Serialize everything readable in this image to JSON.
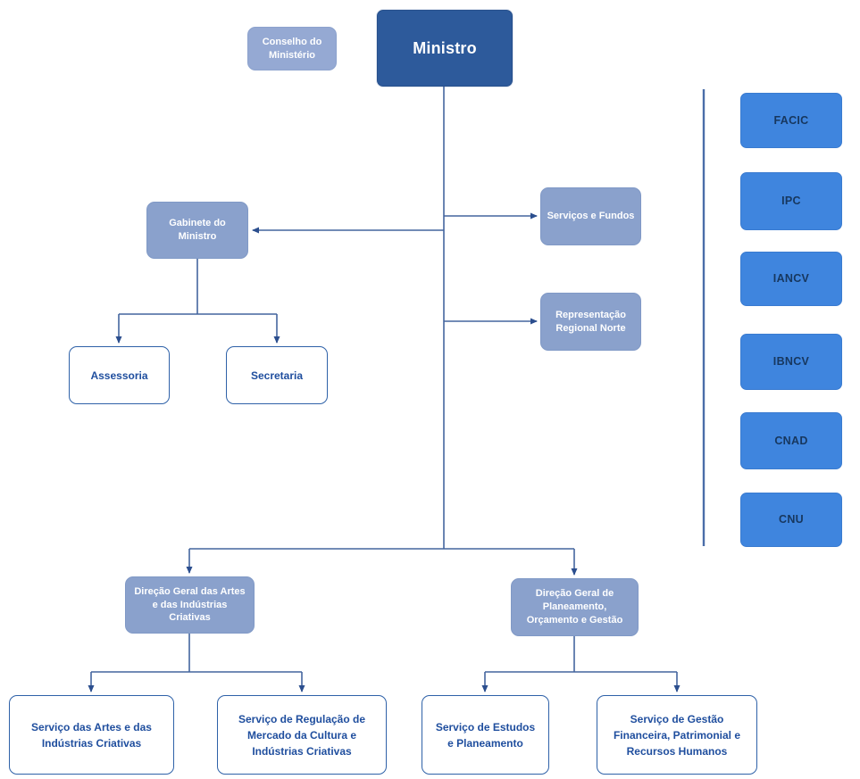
{
  "nodes": {
    "ministro": "Ministro",
    "conselho": "Conselho do Ministério",
    "gabinete": "Gabinete do Ministro",
    "servicos_fundos": "Serviços e Fundos",
    "representacao_norte": "Representação Regional Norte",
    "assessoria": "Assessoria",
    "secretaria": "Secretaria",
    "dg_artes": "Direção Geral das Artes e das Indústrias Criativas",
    "dg_planeamento": "Direção Geral de Planeamento, Orçamento e Gestão",
    "servico_artes": "Serviço das Artes e das Indústrias Criativas",
    "servico_regulacao": "Serviço de Regulação de Mercado da Cultura e Indústrias Criativas",
    "servico_estudos": "Serviço de Estudos e Planeamento",
    "servico_gestao": "Serviço de Gestão Financeira, Patrimonial e Recursos Humanos"
  },
  "agencies": [
    "FACIC",
    "IPC",
    "IANCV",
    "IBNCV",
    "CNAD",
    "CNU"
  ],
  "colors": {
    "root_fill": "#2d5a9b",
    "branch_fill": "#8aa1cc",
    "advisory_fill": "#95a9d3",
    "agency_fill": "#3f85de",
    "outline_stroke": "#2e61a8",
    "outline_text": "#1f4e9e",
    "agency_text": "#17375e",
    "connector": "#44659e",
    "arrowhead": "#2b4e8e",
    "text_on_fill": "#ffffff"
  }
}
